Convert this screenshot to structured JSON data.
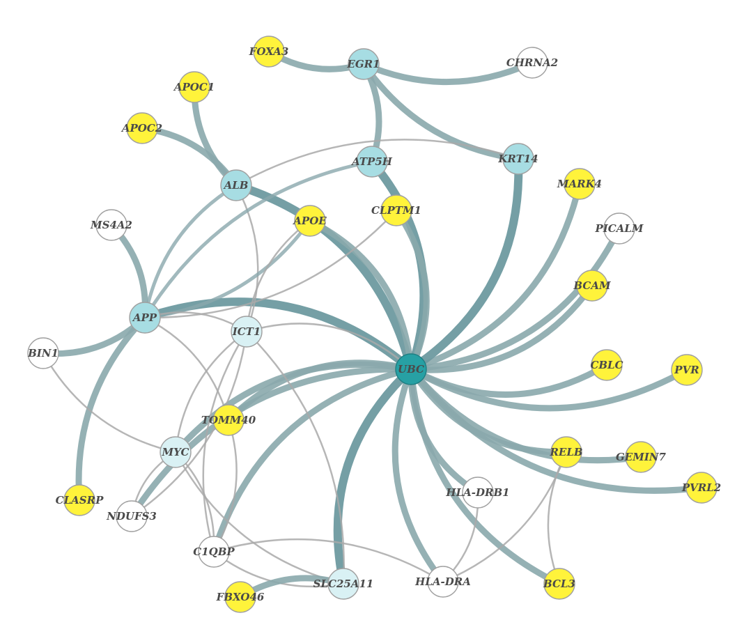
{
  "colors": {
    "hub": "#27a0a4",
    "hub_stroke": "#1f7f83",
    "light": "#a7dde3",
    "lighter": "#d9f1f4",
    "white": "#ffffff",
    "yellow": "#fff33b",
    "node_stroke": "#a0a0a0",
    "edge_heavy": "#6e9aa0",
    "edge_mid": "#8aa8ac",
    "edge_light": "#a9a9a9"
  },
  "nodes": [
    {
      "id": "UBC",
      "label": "UBC",
      "type": "hub"
    },
    {
      "id": "EGR1",
      "label": "EGR1",
      "type": "light"
    },
    {
      "id": "FOXA3",
      "label": "FOXA3",
      "type": "yellow"
    },
    {
      "id": "CHRNA2",
      "label": "CHRNA2",
      "type": "white"
    },
    {
      "id": "APOC1",
      "label": "APOC1",
      "type": "yellow"
    },
    {
      "id": "APOC2",
      "label": "APOC2",
      "type": "yellow"
    },
    {
      "id": "ATP5H",
      "label": "ATP5H",
      "type": "light"
    },
    {
      "id": "KRT14",
      "label": "KRT14",
      "type": "light"
    },
    {
      "id": "ALB",
      "label": "ALB",
      "type": "light"
    },
    {
      "id": "MARK4",
      "label": "MARK4",
      "type": "yellow"
    },
    {
      "id": "APOE",
      "label": "APOE",
      "type": "yellow"
    },
    {
      "id": "CLPTM1",
      "label": "CLPTM1",
      "type": "yellow"
    },
    {
      "id": "PICALM",
      "label": "PICALM",
      "type": "white"
    },
    {
      "id": "MS4A2",
      "label": "MS4A2",
      "type": "white"
    },
    {
      "id": "BCAM",
      "label": "BCAM",
      "type": "yellow"
    },
    {
      "id": "APP",
      "label": "APP",
      "type": "light"
    },
    {
      "id": "ICT1",
      "label": "ICT1",
      "type": "lighter"
    },
    {
      "id": "BIN1",
      "label": "BIN1",
      "type": "white"
    },
    {
      "id": "CBLC",
      "label": "CBLC",
      "type": "yellow"
    },
    {
      "id": "PVR",
      "label": "PVR",
      "type": "yellow"
    },
    {
      "id": "TOMM40",
      "label": "TOMM40",
      "type": "yellow"
    },
    {
      "id": "MYC",
      "label": "MYC",
      "type": "lighter"
    },
    {
      "id": "RELB",
      "label": "RELB",
      "type": "yellow"
    },
    {
      "id": "GEMIN7",
      "label": "GEMIN7",
      "type": "yellow"
    },
    {
      "id": "PVRL2",
      "label": "PVRL2",
      "type": "yellow"
    },
    {
      "id": "CLASRP",
      "label": "CLASRP",
      "type": "yellow"
    },
    {
      "id": "HLA-DRB1",
      "label": "HLA-DRB1",
      "type": "white"
    },
    {
      "id": "NDUFS3",
      "label": "NDUFS3",
      "type": "white"
    },
    {
      "id": "C1QBP",
      "label": "C1QBP",
      "type": "white"
    },
    {
      "id": "HLA-DRA",
      "label": "HLA-DRA",
      "type": "white"
    },
    {
      "id": "BCL3",
      "label": "BCL3",
      "type": "yellow"
    },
    {
      "id": "FBXO46",
      "label": "FBXO46",
      "type": "yellow"
    },
    {
      "id": "SLC25A11",
      "label": "SLC25A11",
      "type": "lighter"
    }
  ],
  "edges": [
    {
      "from": "UBC",
      "to": "MARK4",
      "weight": "heavy"
    },
    {
      "from": "UBC",
      "to": "PICALM",
      "weight": "heavy"
    },
    {
      "from": "UBC",
      "to": "BCAM",
      "weight": "heavy"
    },
    {
      "from": "UBC",
      "to": "PVR",
      "weight": "heavy"
    },
    {
      "from": "UBC",
      "to": "CBLC",
      "weight": "heavy"
    },
    {
      "from": "UBC",
      "to": "GEMIN7",
      "weight": "heavy"
    },
    {
      "from": "UBC",
      "to": "PVRL2",
      "weight": "heavy"
    },
    {
      "from": "UBC",
      "to": "RELB",
      "weight": "heavy"
    },
    {
      "from": "UBC",
      "to": "BCL3",
      "weight": "heavy"
    },
    {
      "from": "UBC",
      "to": "HLA-DRB1",
      "weight": "heavy"
    },
    {
      "from": "UBC",
      "to": "HLA-DRA",
      "weight": "heavy"
    },
    {
      "from": "UBC",
      "to": "SLC25A11",
      "weight": "heaviest"
    },
    {
      "from": "UBC",
      "to": "C1QBP",
      "weight": "heavy"
    },
    {
      "from": "UBC",
      "to": "NDUFS3",
      "weight": "heavy"
    },
    {
      "from": "UBC",
      "to": "MYC",
      "weight": "heavy"
    },
    {
      "from": "UBC",
      "to": "TOMM40",
      "weight": "heavy"
    },
    {
      "from": "UBC",
      "to": "APP",
      "weight": "heaviest"
    },
    {
      "from": "UBC",
      "to": "ALB",
      "weight": "heaviest"
    },
    {
      "from": "UBC",
      "to": "APOE",
      "weight": "heavy"
    },
    {
      "from": "UBC",
      "to": "ATP5H",
      "weight": "heaviest"
    },
    {
      "from": "UBC",
      "to": "CLPTM1",
      "weight": "heavy"
    },
    {
      "from": "UBC",
      "to": "KRT14",
      "weight": "heaviest"
    },
    {
      "from": "UBC",
      "to": "ICT1",
      "weight": "light"
    },
    {
      "from": "EGR1",
      "to": "FOXA3",
      "weight": "heavy"
    },
    {
      "from": "EGR1",
      "to": "CHRNA2",
      "weight": "heavy"
    },
    {
      "from": "EGR1",
      "to": "ATP5H",
      "weight": "heavy"
    },
    {
      "from": "EGR1",
      "to": "KRT14",
      "weight": "heavy"
    },
    {
      "from": "ALB",
      "to": "APOC1",
      "weight": "heavy"
    },
    {
      "from": "ALB",
      "to": "APOC2",
      "weight": "heavy"
    },
    {
      "from": "ALB",
      "to": "KRT14",
      "weight": "light"
    },
    {
      "from": "ALB",
      "to": "APP",
      "weight": "mid"
    },
    {
      "from": "ALB",
      "to": "ICT1",
      "weight": "light"
    },
    {
      "from": "APP",
      "to": "MS4A2",
      "weight": "heavy"
    },
    {
      "from": "APP",
      "to": "BIN1",
      "weight": "heavy"
    },
    {
      "from": "APP",
      "to": "CLASRP",
      "weight": "heavy"
    },
    {
      "from": "APP",
      "to": "ATP5H",
      "weight": "mid"
    },
    {
      "from": "APP",
      "to": "APOE",
      "weight": "mid"
    },
    {
      "from": "APP",
      "to": "TOMM40",
      "weight": "light"
    },
    {
      "from": "APP",
      "to": "CLPTM1",
      "weight": "light"
    },
    {
      "from": "APP",
      "to": "ICT1",
      "weight": "light"
    },
    {
      "from": "BIN1",
      "to": "MYC",
      "weight": "light"
    },
    {
      "from": "ICT1",
      "to": "NDUFS3",
      "weight": "light"
    },
    {
      "from": "ICT1",
      "to": "C1QBP",
      "weight": "light"
    },
    {
      "from": "ICT1",
      "to": "SLC25A11",
      "weight": "light"
    },
    {
      "from": "ICT1",
      "to": "MYC",
      "weight": "light"
    },
    {
      "from": "ICT1",
      "to": "APOE",
      "weight": "light"
    },
    {
      "from": "MYC",
      "to": "NDUFS3",
      "weight": "light"
    },
    {
      "from": "MYC",
      "to": "C1QBP",
      "weight": "light"
    },
    {
      "from": "MYC",
      "to": "SLC25A11",
      "weight": "light"
    },
    {
      "from": "TOMM40",
      "to": "C1QBP",
      "weight": "light"
    },
    {
      "from": "C1QBP",
      "to": "SLC25A11",
      "weight": "light"
    },
    {
      "from": "C1QBP",
      "to": "HLA-DRA",
      "weight": "light"
    },
    {
      "from": "SLC25A11",
      "to": "FBXO46",
      "weight": "heavy"
    },
    {
      "from": "HLA-DRB1",
      "to": "HLA-DRA",
      "weight": "light"
    },
    {
      "from": "RELB",
      "to": "BCL3",
      "weight": "light"
    },
    {
      "from": "RELB",
      "to": "HLA-DRA",
      "weight": "light"
    }
  ]
}
